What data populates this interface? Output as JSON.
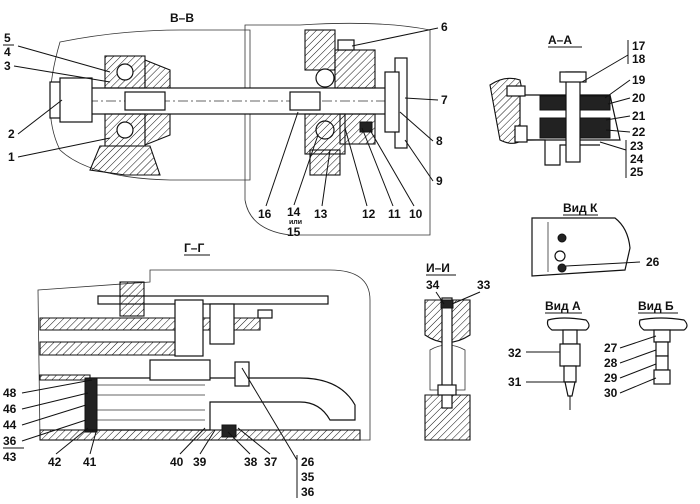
{
  "sections": {
    "bb": "В–В",
    "aa": "А–А",
    "gg": "Г–Г",
    "ii": "И–И",
    "vid_k": "Вид К",
    "vid_a": "Вид А",
    "vid_b": "Вид Б"
  },
  "labels": {
    "n1": "1",
    "n2": "2",
    "n3": "3",
    "n4": "4",
    "n5": "5",
    "n6": "6",
    "n7": "7",
    "n8": "8",
    "n9": "9",
    "n10": "10",
    "n11": "11",
    "n12": "12",
    "n13": "13",
    "n14": "14",
    "ili": "или",
    "n15": "15",
    "n16": "16",
    "n17": "17",
    "n18": "18",
    "n19": "19",
    "n20": "20",
    "n21": "21",
    "n22": "22",
    "n23": "23",
    "n24": "24",
    "n25": "25",
    "n26": "26",
    "n27": "27",
    "n28": "28",
    "n29": "29",
    "n30": "30",
    "n31": "31",
    "n32": "32",
    "n33": "33",
    "n34": "34",
    "n35": "35",
    "n36": "36",
    "n36b": "36",
    "n37": "37",
    "n38": "38",
    "n39": "39",
    "n40": "40",
    "n41": "41",
    "n42": "42",
    "n43": "43",
    "n44": "44",
    "n46": "46",
    "n48": "48",
    "n26b": "26"
  }
}
